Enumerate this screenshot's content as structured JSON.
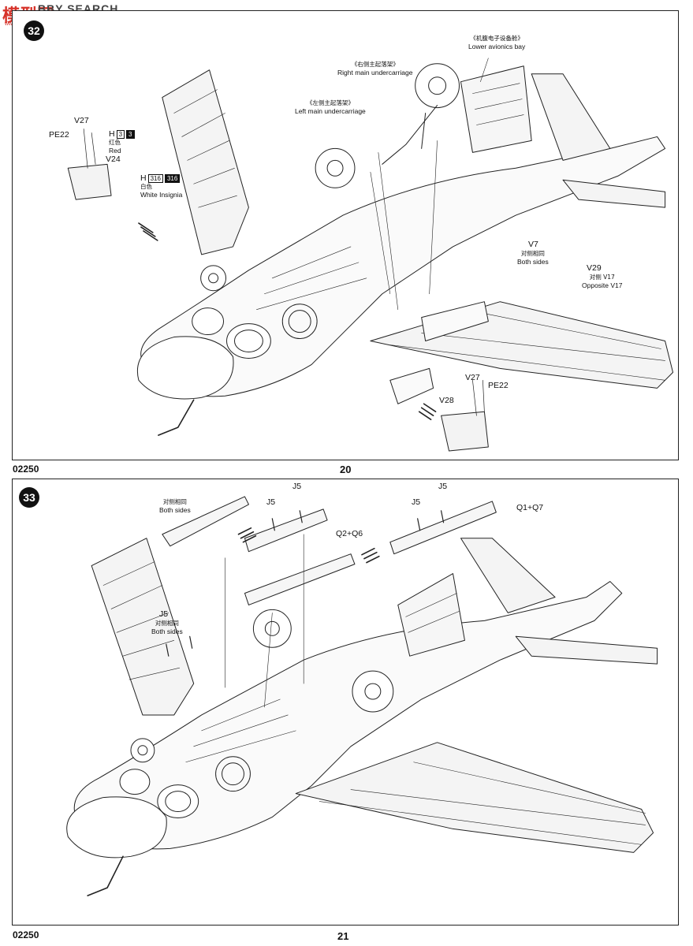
{
  "watermark": {
    "cn": "模型网",
    "text": "BBY SEARCH",
    "sub": "www.moxing.net"
  },
  "page_top": {
    "step": "32",
    "footer_code": "02250",
    "page_number": "20",
    "labels": {
      "lower_avionics_zh": "《机腹电子设备舱》",
      "lower_avionics_en": "Lower avionics bay",
      "right_main_zh": "《右侧主起落架》",
      "right_main_en": "Right main undercarriage",
      "left_main_zh": "《左侧主起落架》",
      "left_main_en": "Left main undercarriage",
      "v27": "V27",
      "pe22": "PE22",
      "v24": "V24",
      "h3": "H",
      "h3_box1": "3",
      "h3_box2": "3",
      "red_zh": "红色",
      "red_en": "Red",
      "h316": "H",
      "h316_box1": "316",
      "h316_box2": "316",
      "white_zh": "白色",
      "white_en": "White Insignia",
      "v7": "V7",
      "both_sides_zh": "对侧相同",
      "both_sides_en": "Both sides",
      "v29": "V29",
      "opposite_zh": "对侧 V17",
      "opposite_en": "Opposite V17",
      "v27b": "V27",
      "pe22b": "PE22",
      "v28": "V28"
    }
  },
  "page_bottom": {
    "step": "33",
    "footer_code": "02250",
    "page_number": "21",
    "labels": {
      "both_sides_zh_a": "对侧相同",
      "both_sides_en_a": "Both sides",
      "j5_a": "J5",
      "j5_b": "J5",
      "j5_c": "J5",
      "j5_d": "J5",
      "q2q6": "Q2+Q6",
      "q1q7": "Q1+Q7",
      "j5_e": "J5",
      "both_sides_zh_b": "对侧相同",
      "both_sides_en_b": "Both sides"
    }
  }
}
